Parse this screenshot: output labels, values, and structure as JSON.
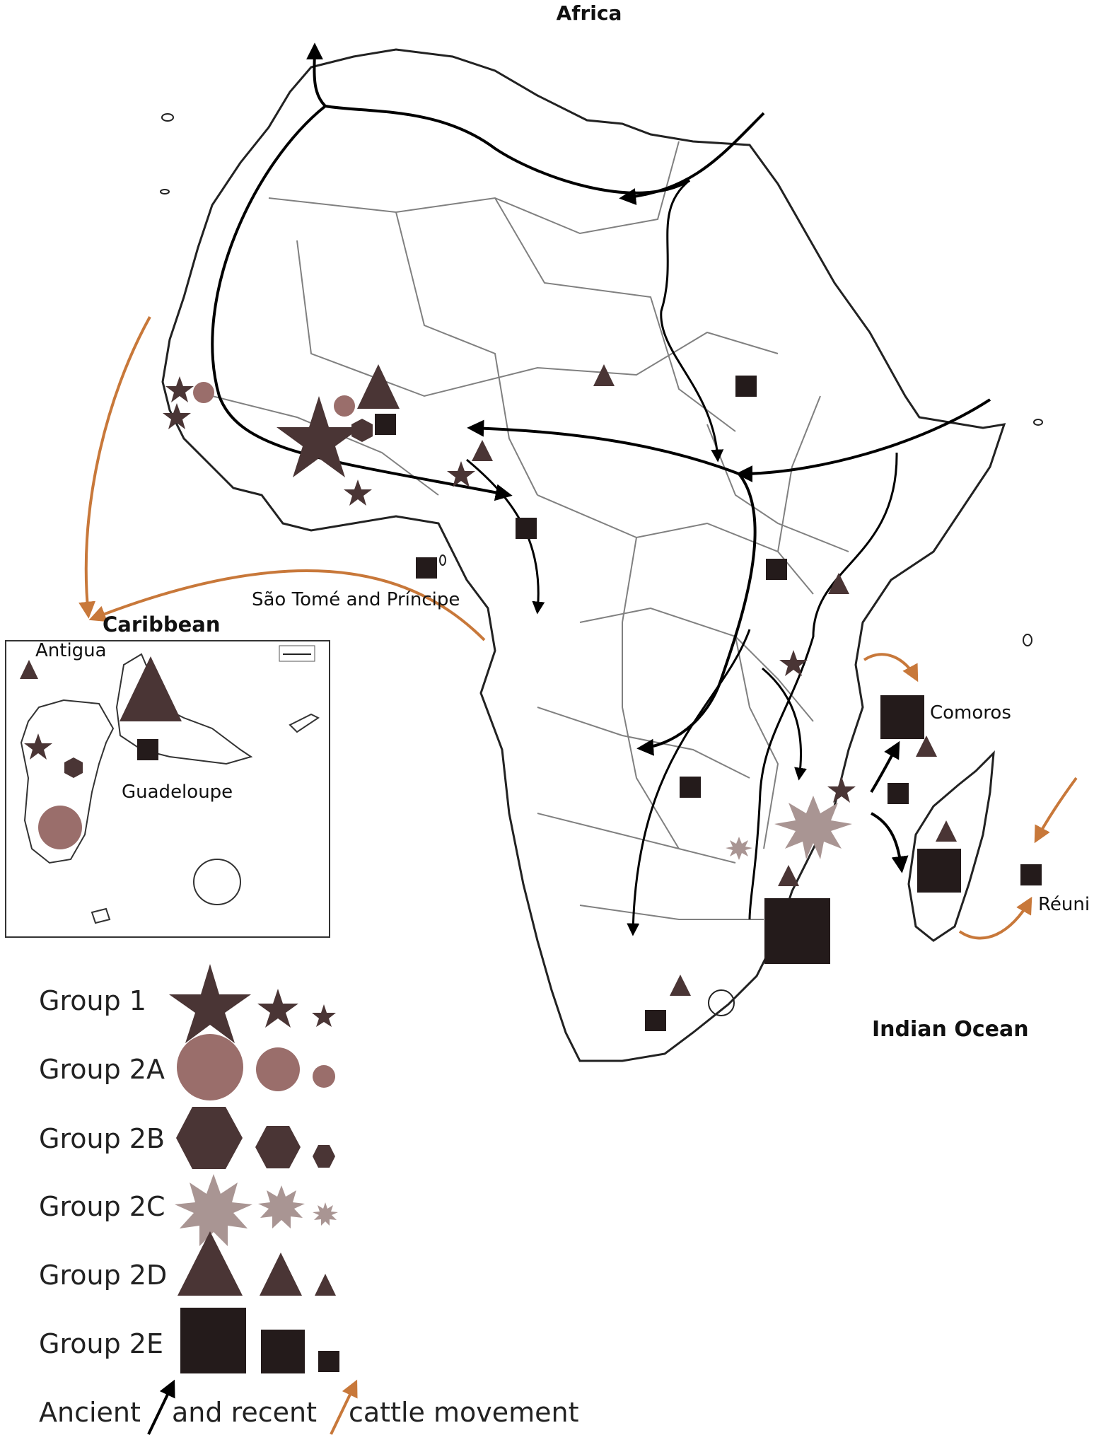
{
  "titles": {
    "africa": "Africa",
    "caribbean": "Caribbean",
    "indian_ocean": "Indian Ocean"
  },
  "places": {
    "sao_tome": "São Tomé and Príncipe",
    "antigua": "Antigua",
    "guadeloupe": "Guadeloupe",
    "comoros": "Comoros",
    "reunion": "Réuni"
  },
  "legend": {
    "groups": [
      {
        "label": "Group 1",
        "shape": "star",
        "color": "#4a3535"
      },
      {
        "label": "Group 2A",
        "shape": "circle",
        "color": "#9a6e6b"
      },
      {
        "label": "Group 2B",
        "shape": "hexagon",
        "color": "#4a3535"
      },
      {
        "label": "Group 2C",
        "shape": "burst",
        "color": "#a99593"
      },
      {
        "label": "Group 2D",
        "shape": "triangle",
        "color": "#4a3535"
      },
      {
        "label": "Group 2E",
        "shape": "square",
        "color": "#241b1b"
      }
    ],
    "movement_part1": "Ancient",
    "movement_part2": "and recent",
    "movement_part3": "cattle movement"
  },
  "colors": {
    "ancient_arrow": "#000000",
    "recent_arrow": "#c8783a",
    "border": "#808080",
    "coast": "#222222"
  }
}
